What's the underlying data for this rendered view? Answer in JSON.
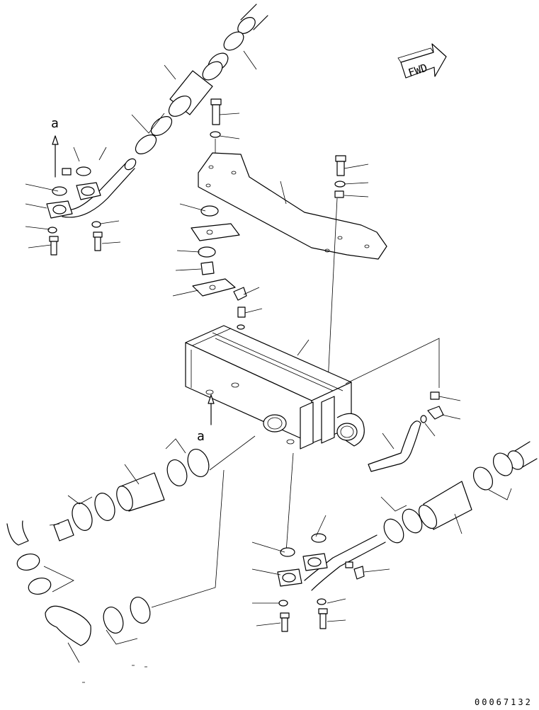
{
  "labels": {
    "fwd": "FWD",
    "ref_a_top": "a",
    "ref_a_mid": "a",
    "part_code": "00067132"
  }
}
